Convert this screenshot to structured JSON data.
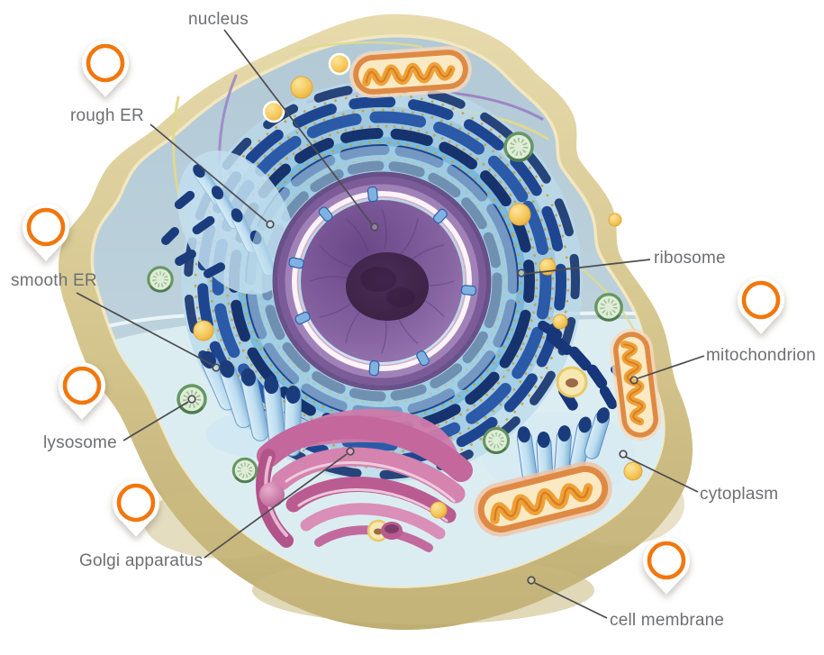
{
  "diagram": {
    "subject": "animal cell cutaway diagram",
    "labels": [
      {
        "id": "nucleus",
        "text": "nucleus"
      },
      {
        "id": "rough-er",
        "text": "rough ER"
      },
      {
        "id": "smooth-er",
        "text": "smooth ER"
      },
      {
        "id": "lysosome",
        "text": "lysosome"
      },
      {
        "id": "golgi-apparatus",
        "text": "Golgi apparatus"
      },
      {
        "id": "ribosome",
        "text": "ribosome"
      },
      {
        "id": "mitochondrion",
        "text": "mitochondrion"
      },
      {
        "id": "cytoplasm",
        "text": "cytoplasm"
      },
      {
        "id": "cell-membrane",
        "text": "cell membrane"
      }
    ],
    "pins": {
      "count": 6,
      "description": "white map-style pins with orange ring"
    },
    "colors": {
      "label_text": "#6E6F71",
      "leader_line": "#4D4D4F",
      "pin_ring": "#F1770D",
      "membrane_tan": "#D5C68E",
      "cytoplasm_blue": "#D9EBF0",
      "upper_cytoplasm": "#B5CBD7",
      "nucleus_purple": "#7C5A9C",
      "nucleolus_purple": "#42264E",
      "rough_er_navy": "#1B3C7C",
      "golgi_pink": "#C4679C",
      "mitochondrion_orange": "#E8953F",
      "lysosome_green": "#679663",
      "vesicle_gold": "#F2C44D"
    }
  }
}
